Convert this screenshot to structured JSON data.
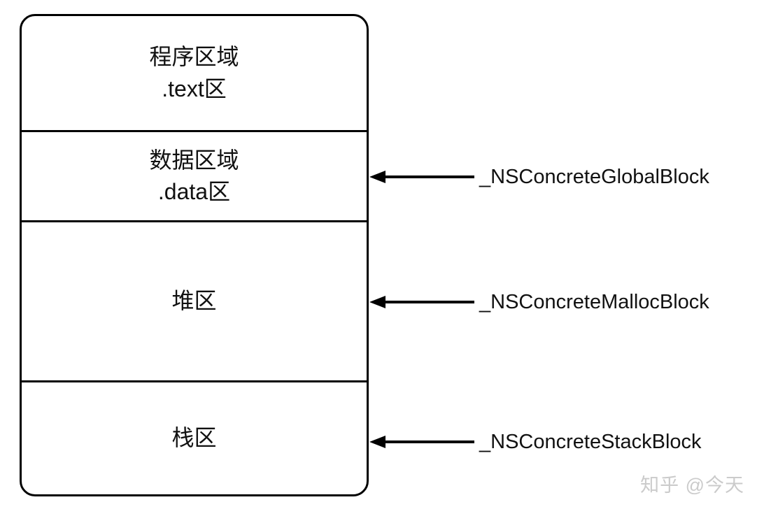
{
  "diagram": {
    "title_hint": "memory regions and Objective-C block storage classes",
    "colors": {
      "line": "#000000",
      "background": "#ffffff",
      "watermark": "#cbcbcb"
    },
    "memory_box": {
      "sections": [
        {
          "id": "text-region",
          "lines": [
            "程序区域",
            ".text区"
          ]
        },
        {
          "id": "data-region",
          "lines": [
            "数据区域",
            ".data区"
          ]
        },
        {
          "id": "heap-region",
          "lines": [
            "堆区"
          ]
        },
        {
          "id": "stack-region",
          "lines": [
            "栈区"
          ]
        }
      ]
    },
    "annotations": [
      {
        "label": "_NSConcreteGlobalBlock",
        "points_to": "data-region"
      },
      {
        "label": "_NSConcreteMallocBlock",
        "points_to": "heap-region"
      },
      {
        "label": "_NSConcreteStackBlock",
        "points_to": "stack-region"
      }
    ]
  },
  "watermark": {
    "text": "知乎 @今天"
  }
}
